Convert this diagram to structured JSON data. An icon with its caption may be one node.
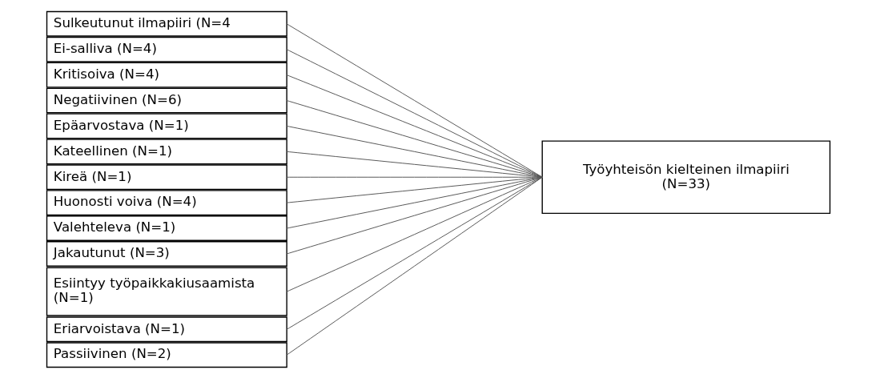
{
  "diagram": {
    "nodes": [
      {
        "text": [
          "Sulkeutunut ilmapiiri (N=4"
        ]
      },
      {
        "text": [
          "Ei-salliva (N=4)"
        ]
      },
      {
        "text": [
          "Kritisoiva (N=4)"
        ]
      },
      {
        "text": [
          "Negatiivinen (N=6)"
        ]
      },
      {
        "text": [
          "Epäarvostava (N=1)"
        ]
      },
      {
        "text": [
          "Kateellinen (N=1)"
        ]
      },
      {
        "text": [
          "Kireä (N=1)"
        ]
      },
      {
        "text": [
          "Huonosti voiva (N=4)"
        ]
      },
      {
        "text": [
          "Valehteleva (N=1)"
        ]
      },
      {
        "text": [
          "Jakautunut (N=3)"
        ]
      },
      {
        "text": [
          "Esiintyy työpaikkakiusaamista (N=1)"
        ]
      },
      {
        "text": [
          "Eriarvoistava (N=1)"
        ]
      },
      {
        "text": [
          "Passiivinen (N=2)"
        ]
      },
      {
        "text": [
          "Työyhteisön kielteinen ilmapiiri (N=33)"
        ]
      }
    ],
    "edges": [
      {
        "from": 0,
        "to": 13,
        "arrow": "none"
      },
      {
        "from": 1,
        "to": 13,
        "arrow": "none"
      },
      {
        "from": 2,
        "to": 13,
        "arrow": "none"
      },
      {
        "from": 3,
        "to": 13,
        "arrow": "none"
      },
      {
        "from": 4,
        "to": 13,
        "arrow": "none"
      },
      {
        "from": 5,
        "to": 13,
        "arrow": "none"
      },
      {
        "from": 6,
        "to": 13,
        "arrow": "none"
      },
      {
        "from": 7,
        "to": 13,
        "arrow": "none"
      },
      {
        "from": 8,
        "to": 13,
        "arrow": "none"
      },
      {
        "from": 9,
        "to": 13,
        "arrow": "none"
      },
      {
        "from": 10,
        "to": 13,
        "arrow": "none"
      },
      {
        "from": 11,
        "to": 13,
        "arrow": "none"
      },
      {
        "from": 12,
        "to": 13,
        "arrow": "none"
      }
    ]
  }
}
